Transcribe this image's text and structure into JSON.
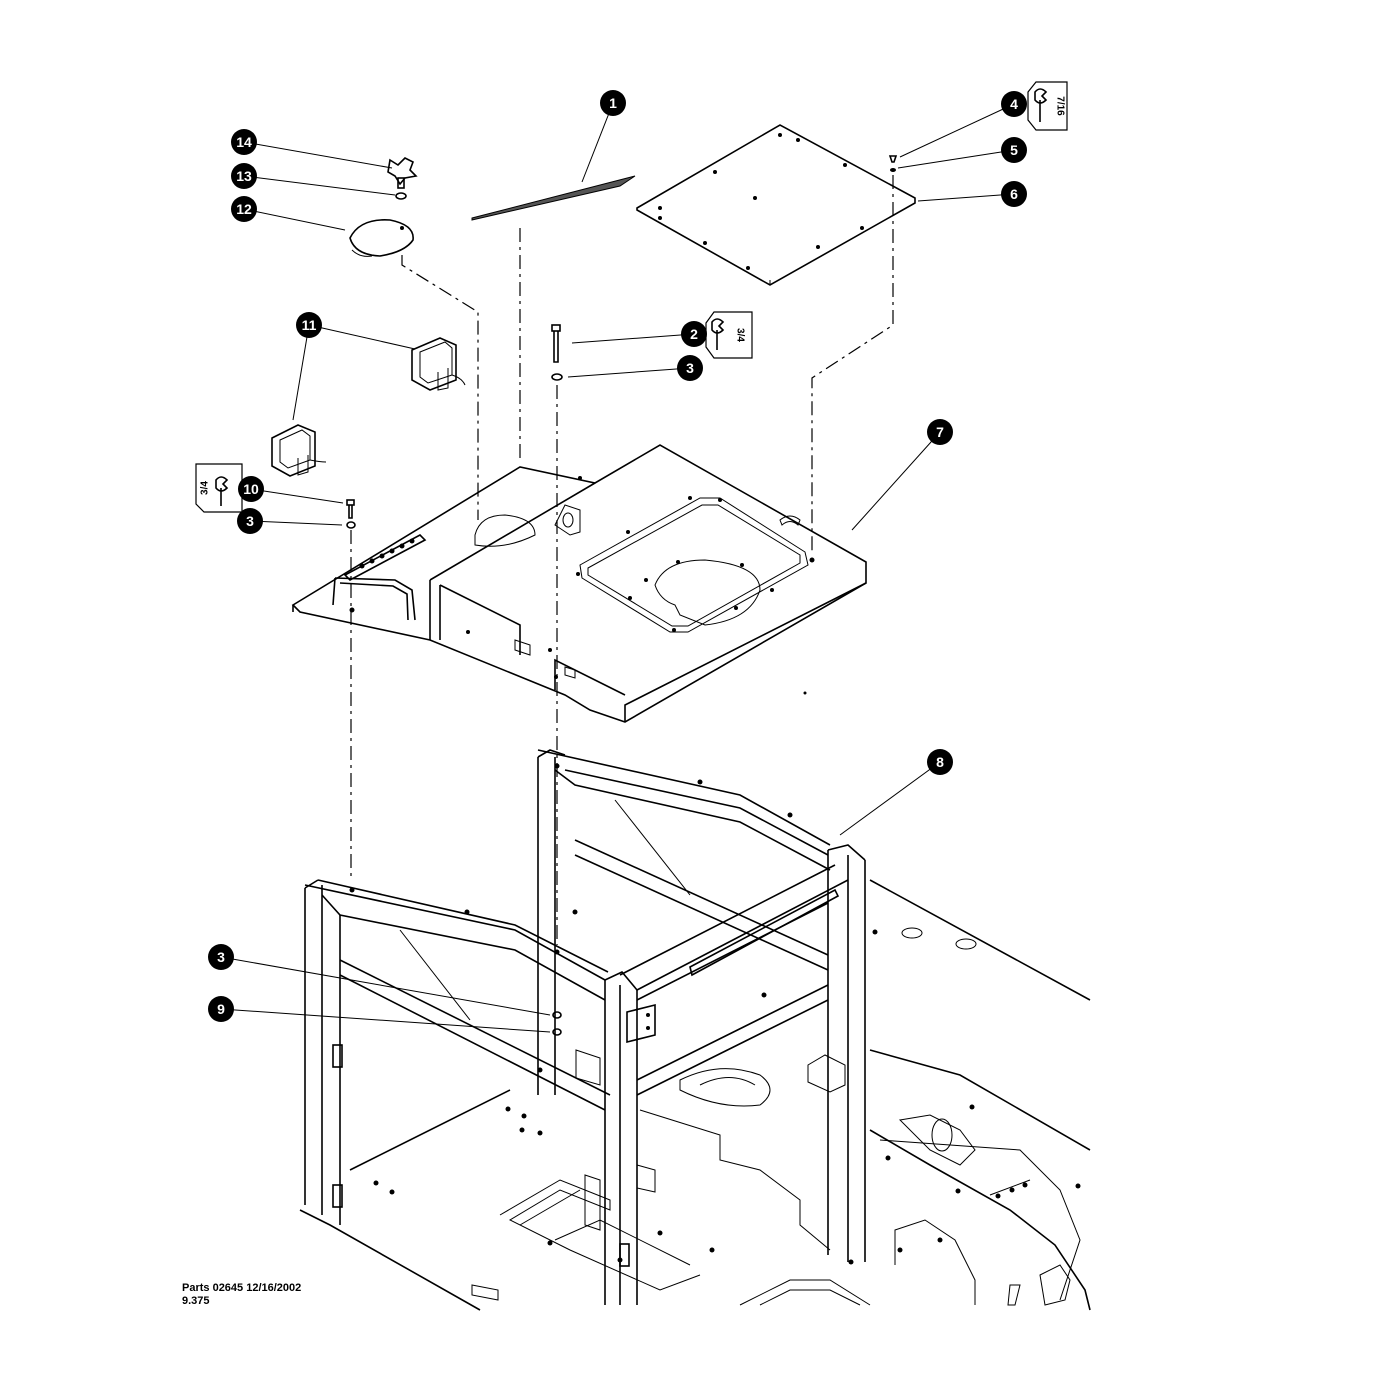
{
  "callouts": [
    {
      "id": "c1",
      "label": "1"
    },
    {
      "id": "c2",
      "label": "2"
    },
    {
      "id": "c3a",
      "label": "3"
    },
    {
      "id": "c3b",
      "label": "3"
    },
    {
      "id": "c3c",
      "label": "3"
    },
    {
      "id": "c4",
      "label": "4"
    },
    {
      "id": "c5",
      "label": "5"
    },
    {
      "id": "c6",
      "label": "6"
    },
    {
      "id": "c7",
      "label": "7"
    },
    {
      "id": "c8",
      "label": "8"
    },
    {
      "id": "c9",
      "label": "9"
    },
    {
      "id": "c10",
      "label": "10"
    },
    {
      "id": "c11",
      "label": "11"
    },
    {
      "id": "c12",
      "label": "12"
    },
    {
      "id": "c13",
      "label": "13"
    },
    {
      "id": "c14",
      "label": "14"
    }
  ],
  "wrench_sizes": {
    "item4": "7/16",
    "item2": "3/4",
    "item10": "3/4"
  },
  "footer": {
    "parts_line": "Parts 02645  12/16/2002",
    "page_number": "9.375"
  }
}
